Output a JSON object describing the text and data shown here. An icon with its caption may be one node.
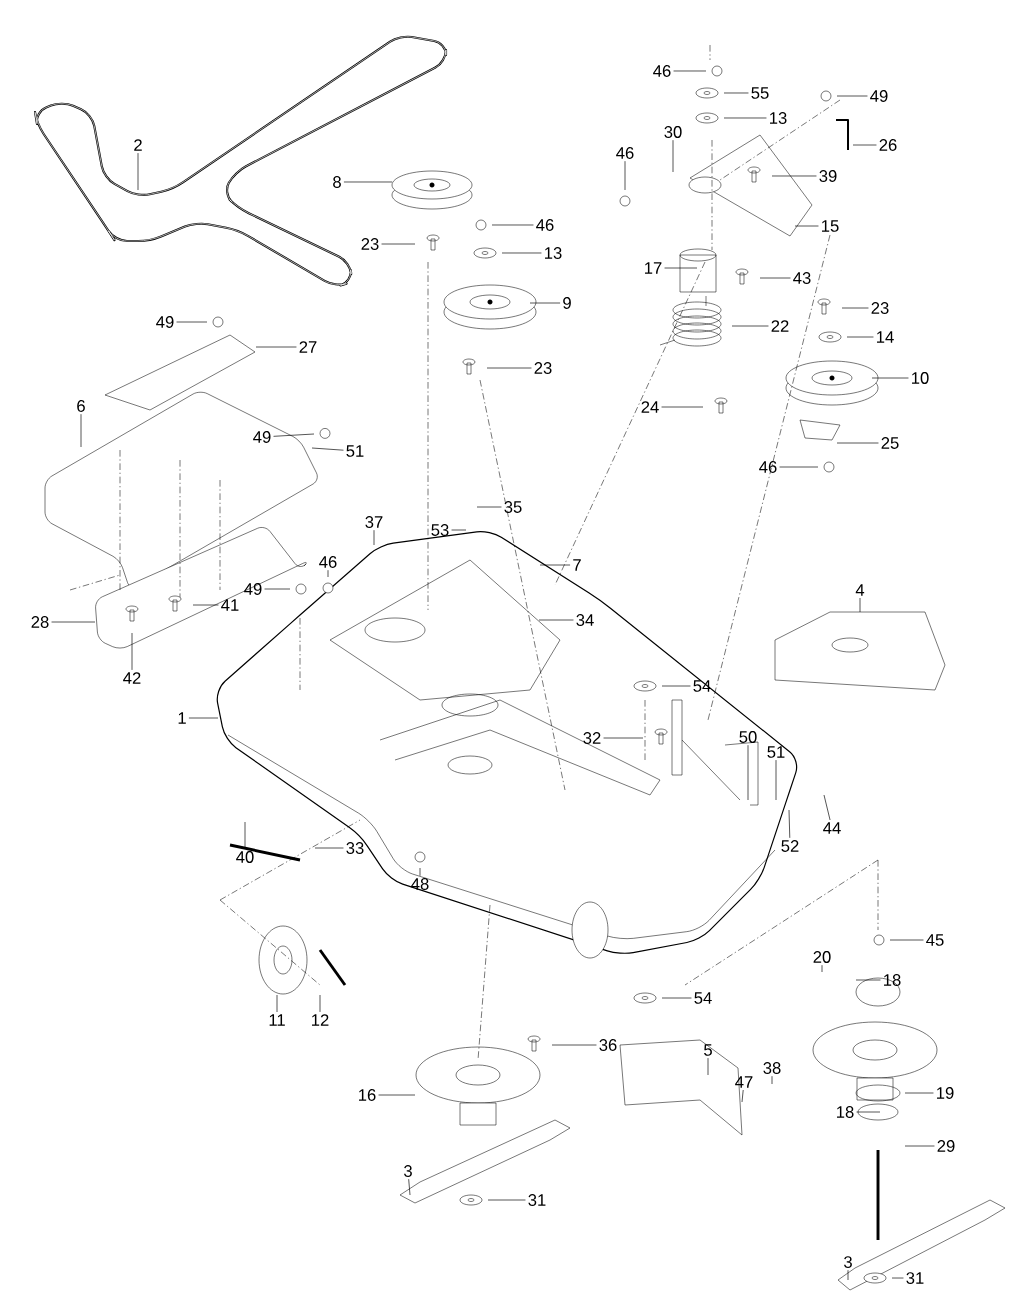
{
  "diagram": {
    "nodes": [
      {
        "text": [
          "46"
        ]
      },
      {
        "text": [
          "55"
        ]
      },
      {
        "text": [
          "49"
        ]
      },
      {
        "text": [
          "13"
        ]
      },
      {
        "text": [
          "30"
        ]
      },
      {
        "text": [
          "26"
        ]
      },
      {
        "text": [
          "2"
        ]
      },
      {
        "text": [
          "46"
        ]
      },
      {
        "text": [
          "39"
        ]
      },
      {
        "text": [
          "8"
        ]
      },
      {
        "text": [
          "46"
        ]
      },
      {
        "text": [
          "15"
        ]
      },
      {
        "text": [
          "23"
        ]
      },
      {
        "text": [
          "13"
        ]
      },
      {
        "text": [
          "17"
        ]
      },
      {
        "text": [
          "43"
        ]
      },
      {
        "text": [
          "9"
        ]
      },
      {
        "text": [
          "23"
        ]
      },
      {
        "text": [
          "49"
        ]
      },
      {
        "text": [
          "22"
        ]
      },
      {
        "text": [
          "14"
        ]
      },
      {
        "text": [
          "27"
        ]
      },
      {
        "text": [
          "23"
        ]
      },
      {
        "text": [
          "10"
        ]
      },
      {
        "text": [
          "6"
        ]
      },
      {
        "text": [
          "24"
        ]
      },
      {
        "text": [
          "49"
        ]
      },
      {
        "text": [
          "25"
        ]
      },
      {
        "text": [
          "51"
        ]
      },
      {
        "text": [
          "46"
        ]
      },
      {
        "text": [
          "4"
        ]
      },
      {
        "text": [
          "35"
        ]
      },
      {
        "text": [
          "37"
        ]
      },
      {
        "text": [
          "53"
        ]
      },
      {
        "text": [
          "46"
        ]
      },
      {
        "text": [
          "7"
        ]
      },
      {
        "text": [
          "49"
        ]
      },
      {
        "text": [
          "41"
        ]
      },
      {
        "text": [
          "34"
        ]
      },
      {
        "text": [
          "28"
        ]
      },
      {
        "text": [
          "42"
        ]
      },
      {
        "text": [
          "54"
        ]
      },
      {
        "text": [
          "1"
        ]
      },
      {
        "text": [
          "32"
        ]
      },
      {
        "text": [
          "50"
        ]
      },
      {
        "text": [
          "51"
        ]
      },
      {
        "text": [
          "44"
        ]
      },
      {
        "text": [
          "52"
        ]
      },
      {
        "text": [
          "33"
        ]
      },
      {
        "text": [
          "40"
        ]
      },
      {
        "text": [
          "48"
        ]
      },
      {
        "text": [
          "45"
        ]
      },
      {
        "text": [
          "20"
        ]
      },
      {
        "text": [
          "18"
        ]
      },
      {
        "text": [
          "54"
        ]
      },
      {
        "text": [
          "11"
        ]
      },
      {
        "text": [
          "12"
        ]
      },
      {
        "text": [
          "36"
        ]
      },
      {
        "text": [
          "5"
        ]
      },
      {
        "text": [
          "38"
        ]
      },
      {
        "text": [
          "47"
        ]
      },
      {
        "text": [
          "16"
        ]
      },
      {
        "text": [
          "19"
        ]
      },
      {
        "text": [
          "18"
        ]
      },
      {
        "text": [
          "29"
        ]
      },
      {
        "text": [
          "3"
        ]
      },
      {
        "text": [
          "31"
        ]
      },
      {
        "text": [
          "3"
        ]
      },
      {
        "text": [
          "31"
        ]
      }
    ],
    "edges": [
      {
        "from": 0,
        "to": null,
        "arrow": "none"
      },
      {
        "from": 1,
        "to": null,
        "arrow": "none"
      },
      {
        "from": 2,
        "to": null,
        "arrow": "none"
      },
      {
        "from": 3,
        "to": null,
        "arrow": "none"
      },
      {
        "from": 4,
        "to": null,
        "arrow": "none"
      },
      {
        "from": 5,
        "to": null,
        "arrow": "none"
      },
      {
        "from": 6,
        "to": null,
        "arrow": "none"
      },
      {
        "from": 7,
        "to": null,
        "arrow": "none"
      },
      {
        "from": 8,
        "to": null,
        "arrow": "none"
      },
      {
        "from": 9,
        "to": null,
        "arrow": "none"
      },
      {
        "from": 10,
        "to": null,
        "arrow": "none"
      },
      {
        "from": 11,
        "to": null,
        "arrow": "none"
      },
      {
        "from": 12,
        "to": null,
        "arrow": "none"
      },
      {
        "from": 13,
        "to": null,
        "arrow": "none"
      },
      {
        "from": 14,
        "to": null,
        "arrow": "none"
      },
      {
        "from": 15,
        "to": null,
        "arrow": "none"
      },
      {
        "from": 16,
        "to": null,
        "arrow": "none"
      },
      {
        "from": 17,
        "to": null,
        "arrow": "none"
      },
      {
        "from": 18,
        "to": null,
        "arrow": "none"
      },
      {
        "from": 19,
        "to": null,
        "arrow": "none"
      },
      {
        "from": 20,
        "to": null,
        "arrow": "none"
      },
      {
        "from": 21,
        "to": null,
        "arrow": "none"
      },
      {
        "from": 22,
        "to": null,
        "arrow": "none"
      },
      {
        "from": 23,
        "to": null,
        "arrow": "none"
      },
      {
        "from": 24,
        "to": null,
        "arrow": "none"
      },
      {
        "from": 25,
        "to": null,
        "arrow": "none"
      },
      {
        "from": 26,
        "to": null,
        "arrow": "none"
      },
      {
        "from": 27,
        "to": null,
        "arrow": "none"
      },
      {
        "from": 28,
        "to": null,
        "arrow": "none"
      },
      {
        "from": 29,
        "to": null,
        "arrow": "none"
      },
      {
        "from": 30,
        "to": null,
        "arrow": "none"
      },
      {
        "from": 31,
        "to": null,
        "arrow": "none"
      },
      {
        "from": 32,
        "to": null,
        "arrow": "none"
      },
      {
        "from": 33,
        "to": null,
        "arrow": "none"
      },
      {
        "from": 34,
        "to": null,
        "arrow": "none"
      },
      {
        "from": 35,
        "to": null,
        "arrow": "none"
      },
      {
        "from": 36,
        "to": null,
        "arrow": "none"
      },
      {
        "from": 37,
        "to": null,
        "arrow": "none"
      },
      {
        "from": 38,
        "to": null,
        "arrow": "none"
      },
      {
        "from": 39,
        "to": null,
        "arrow": "none"
      },
      {
        "from": 40,
        "to": null,
        "arrow": "none"
      },
      {
        "from": 41,
        "to": null,
        "arrow": "none"
      },
      {
        "from": 42,
        "to": null,
        "arrow": "none"
      },
      {
        "from": 43,
        "to": null,
        "arrow": "none"
      },
      {
        "from": 44,
        "to": null,
        "arrow": "none"
      },
      {
        "from": 45,
        "to": null,
        "arrow": "none"
      },
      {
        "from": 46,
        "to": null,
        "arrow": "none"
      },
      {
        "from": 47,
        "to": null,
        "arrow": "none"
      },
      {
        "from": 48,
        "to": null,
        "arrow": "none"
      },
      {
        "from": 49,
        "to": null,
        "arrow": "none"
      },
      {
        "from": 50,
        "to": null,
        "arrow": "none"
      },
      {
        "from": 51,
        "to": null,
        "arrow": "none"
      },
      {
        "from": 52,
        "to": null,
        "arrow": "none"
      },
      {
        "from": 53,
        "to": null,
        "arrow": "none"
      },
      {
        "from": 54,
        "to": null,
        "arrow": "none"
      },
      {
        "from": 55,
        "to": null,
        "arrow": "none"
      },
      {
        "from": 56,
        "to": null,
        "arrow": "none"
      },
      {
        "from": 57,
        "to": null,
        "arrow": "none"
      },
      {
        "from": 58,
        "to": null,
        "arrow": "none"
      },
      {
        "from": 59,
        "to": null,
        "arrow": "none"
      },
      {
        "from": 60,
        "to": null,
        "arrow": "none"
      },
      {
        "from": 61,
        "to": null,
        "arrow": "none"
      },
      {
        "from": 62,
        "to": null,
        "arrow": "none"
      },
      {
        "from": 63,
        "to": null,
        "arrow": "none"
      },
      {
        "from": 64,
        "to": null,
        "arrow": "none"
      },
      {
        "from": 65,
        "to": null,
        "arrow": "none"
      },
      {
        "from": 66,
        "to": null,
        "arrow": "none"
      },
      {
        "from": 67,
        "to": null,
        "arrow": "none"
      },
      {
        "from": 68,
        "to": null,
        "arrow": "none"
      }
    ]
  }
}
